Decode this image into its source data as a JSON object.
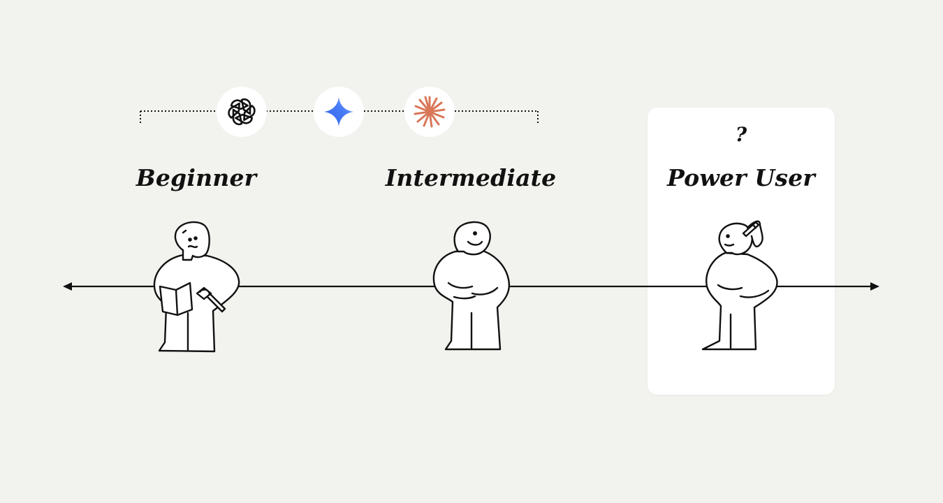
{
  "stages": [
    {
      "label": "Beginner"
    },
    {
      "label": "Intermediate"
    },
    {
      "label": "Power User",
      "marker": "?"
    }
  ],
  "tool_icons": [
    "openai-logo-icon",
    "gemini-logo-icon",
    "claude-logo-icon"
  ],
  "colors": {
    "background": "#f2f2ee",
    "card": "#ffffff",
    "ink": "#111111",
    "gemini_blue": "#3b6ef5",
    "claude_orange": "#d97757"
  }
}
